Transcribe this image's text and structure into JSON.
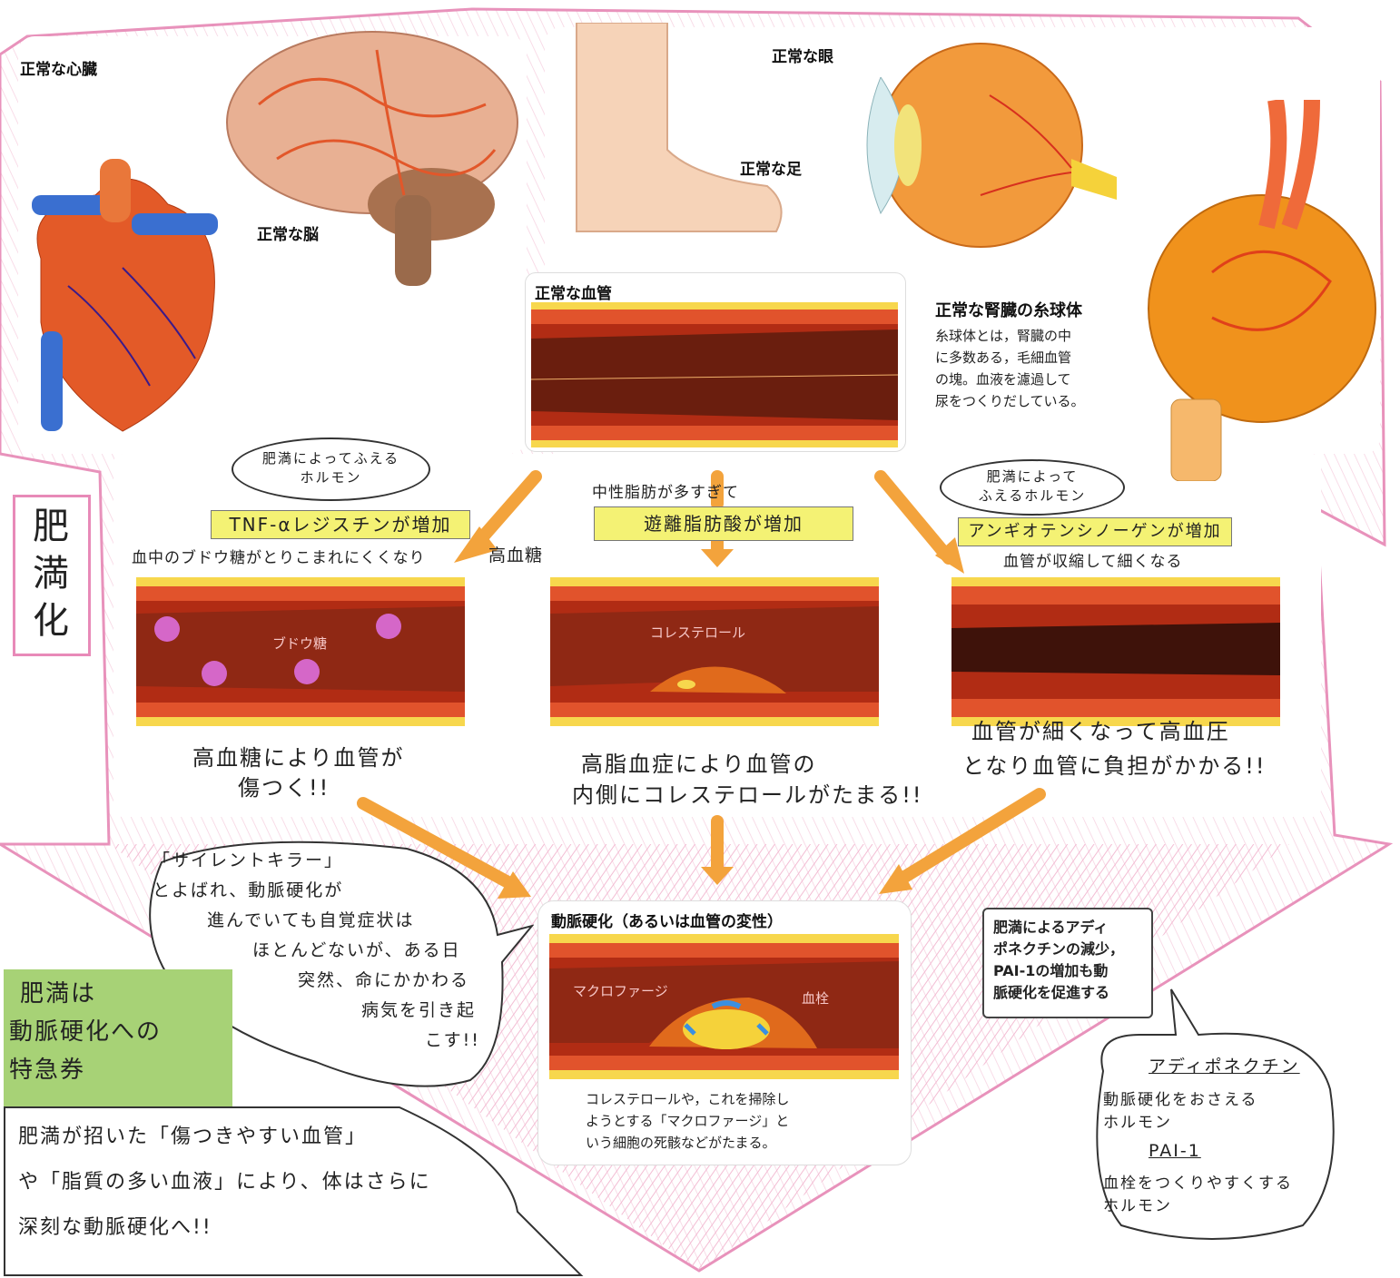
{
  "organs": {
    "heart_label": "正常な心臓",
    "brain_label": "正常な脳",
    "foot_label": "正常な足",
    "eye_label": "正常な眼",
    "kidney_title": "正常な腎臓の糸球体",
    "kidney_desc_1": "糸球体とは，腎臓の中",
    "kidney_desc_2": "に多数ある，毛細血管",
    "kidney_desc_3": "の塊。血液を濾過して",
    "kidney_desc_4": "尿をつくりだしている。"
  },
  "normal_vessel": {
    "title": "正常な血管"
  },
  "side_label": {
    "chars": [
      "肥",
      "満",
      "化"
    ]
  },
  "left_branch": {
    "bubble": [
      "肥満によってふえる",
      "ホルモン"
    ],
    "hormone_bar": "TNF-αレジスチンが増加",
    "cause_line": "血中のブドウ糖がとりこまれにくくなり",
    "cause_end": "高血糖",
    "vessel_label": "ブドウ糖",
    "result_1": "高血糖により血管が",
    "result_2": "傷つく!!"
  },
  "middle_branch": {
    "top_line": "中性脂肪が多すぎて",
    "bar": "遊離脂肪酸が増加",
    "vessel_label": "コレステロール",
    "result_1": "高脂血症により血管の",
    "result_2": "内側にコレステロールがたまる!!"
  },
  "right_branch": {
    "bubble": [
      "肥満によって",
      "ふえるホルモン"
    ],
    "hormone_bar": "アンギオテンシノーゲンが増加",
    "cause_line": "血管が収縮して細くなる",
    "result_1": "血管が細くなって高血圧",
    "result_2": "となり血管に負担がかかる!!"
  },
  "silent_killer": {
    "lines": [
      "「サイレントキラー」",
      "とよばれ、動脈硬化が",
      "進んでいても自覚症状は",
      "ほとんどないが、ある日",
      "突然、命にかかわる",
      "病気を引き起",
      "こす!!"
    ]
  },
  "atherosclerosis": {
    "title": "動脈硬化（あるいは血管の変性）",
    "macrophage_label": "マクロファージ",
    "clot_label": "血栓",
    "desc_1": "コレステロールや，これを掃除し",
    "desc_2": "ようとする「マクロファージ」と",
    "desc_3": "いう細胞の死骸などがたまる。"
  },
  "note_box": {
    "lines": [
      "肥満によるアディ",
      "ポネクチンの減少，",
      "PAI-1の増加も動",
      "脈硬化を促進する"
    ]
  },
  "green_box": {
    "lines": [
      "肥満は",
      "動脈硬化への",
      "特急券"
    ]
  },
  "bottom_text": {
    "lines": [
      "肥満が招いた「傷つきやすい血管」",
      "や「脂質の多い血液」により、体はさらに",
      "深刻な動脈硬化へ!!"
    ]
  },
  "right_cloud": {
    "term_1": "アディポネクチン",
    "desc_1a": "動脈硬化をおさえる",
    "desc_1b": "ホルモン",
    "term_2": "PAI-1",
    "desc_2a": "血栓をつくりやすくする",
    "desc_2b": "ホルモン"
  },
  "colors": {
    "pink": "#e57fb0",
    "arrow": "#f3a33c",
    "vessel_wall": "#b8361e",
    "vessel_inner": "#6e1f10",
    "yellow_bar": "#f4f274",
    "green_box": "#a7d276",
    "glucose": "#d567c8"
  }
}
